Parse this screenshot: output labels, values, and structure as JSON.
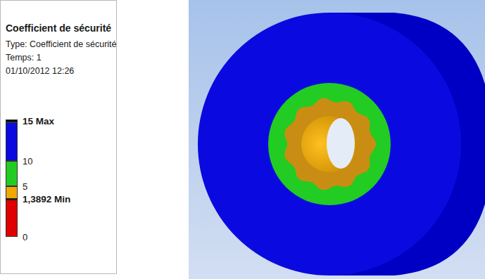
{
  "diagram": {
    "title": "Coefficient de sécurité",
    "labels": [
      "Type: Coefficient de sécurité",
      "Temps: 1",
      "01/10/2012 12:26"
    ],
    "legend": [
      {
        "text": "15 Max",
        "color": "#000000"
      },
      {
        "text": "10",
        "color": "#0a0ae0"
      },
      {
        "text": "5",
        "color": "#22cc22"
      },
      {
        "text": "1,3892 Min",
        "color": "#f0a800"
      },
      {
        "text": "0",
        "color": "#e00000"
      }
    ]
  }
}
